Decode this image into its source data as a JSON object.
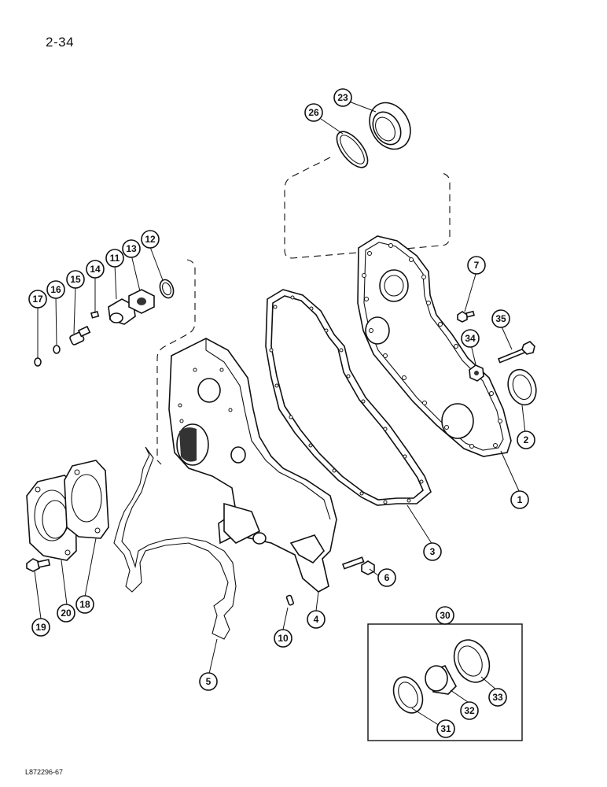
{
  "page": {
    "number": "2-34",
    "figure_code": "L872296-67"
  },
  "callouts": {
    "c1": "1",
    "c2": "2",
    "c3": "3",
    "c4": "4",
    "c5": "5",
    "c6": "6",
    "c7": "7",
    "c10": "10",
    "c11": "11",
    "c12": "12",
    "c13": "13",
    "c14": "14",
    "c15": "15",
    "c16": "16",
    "c17": "17",
    "c18": "18",
    "c19": "19",
    "c20": "20",
    "c23": "23",
    "c26": "26",
    "c30": "30",
    "c31": "31",
    "c32": "32",
    "c33": "33",
    "c34": "34",
    "c35": "35"
  }
}
